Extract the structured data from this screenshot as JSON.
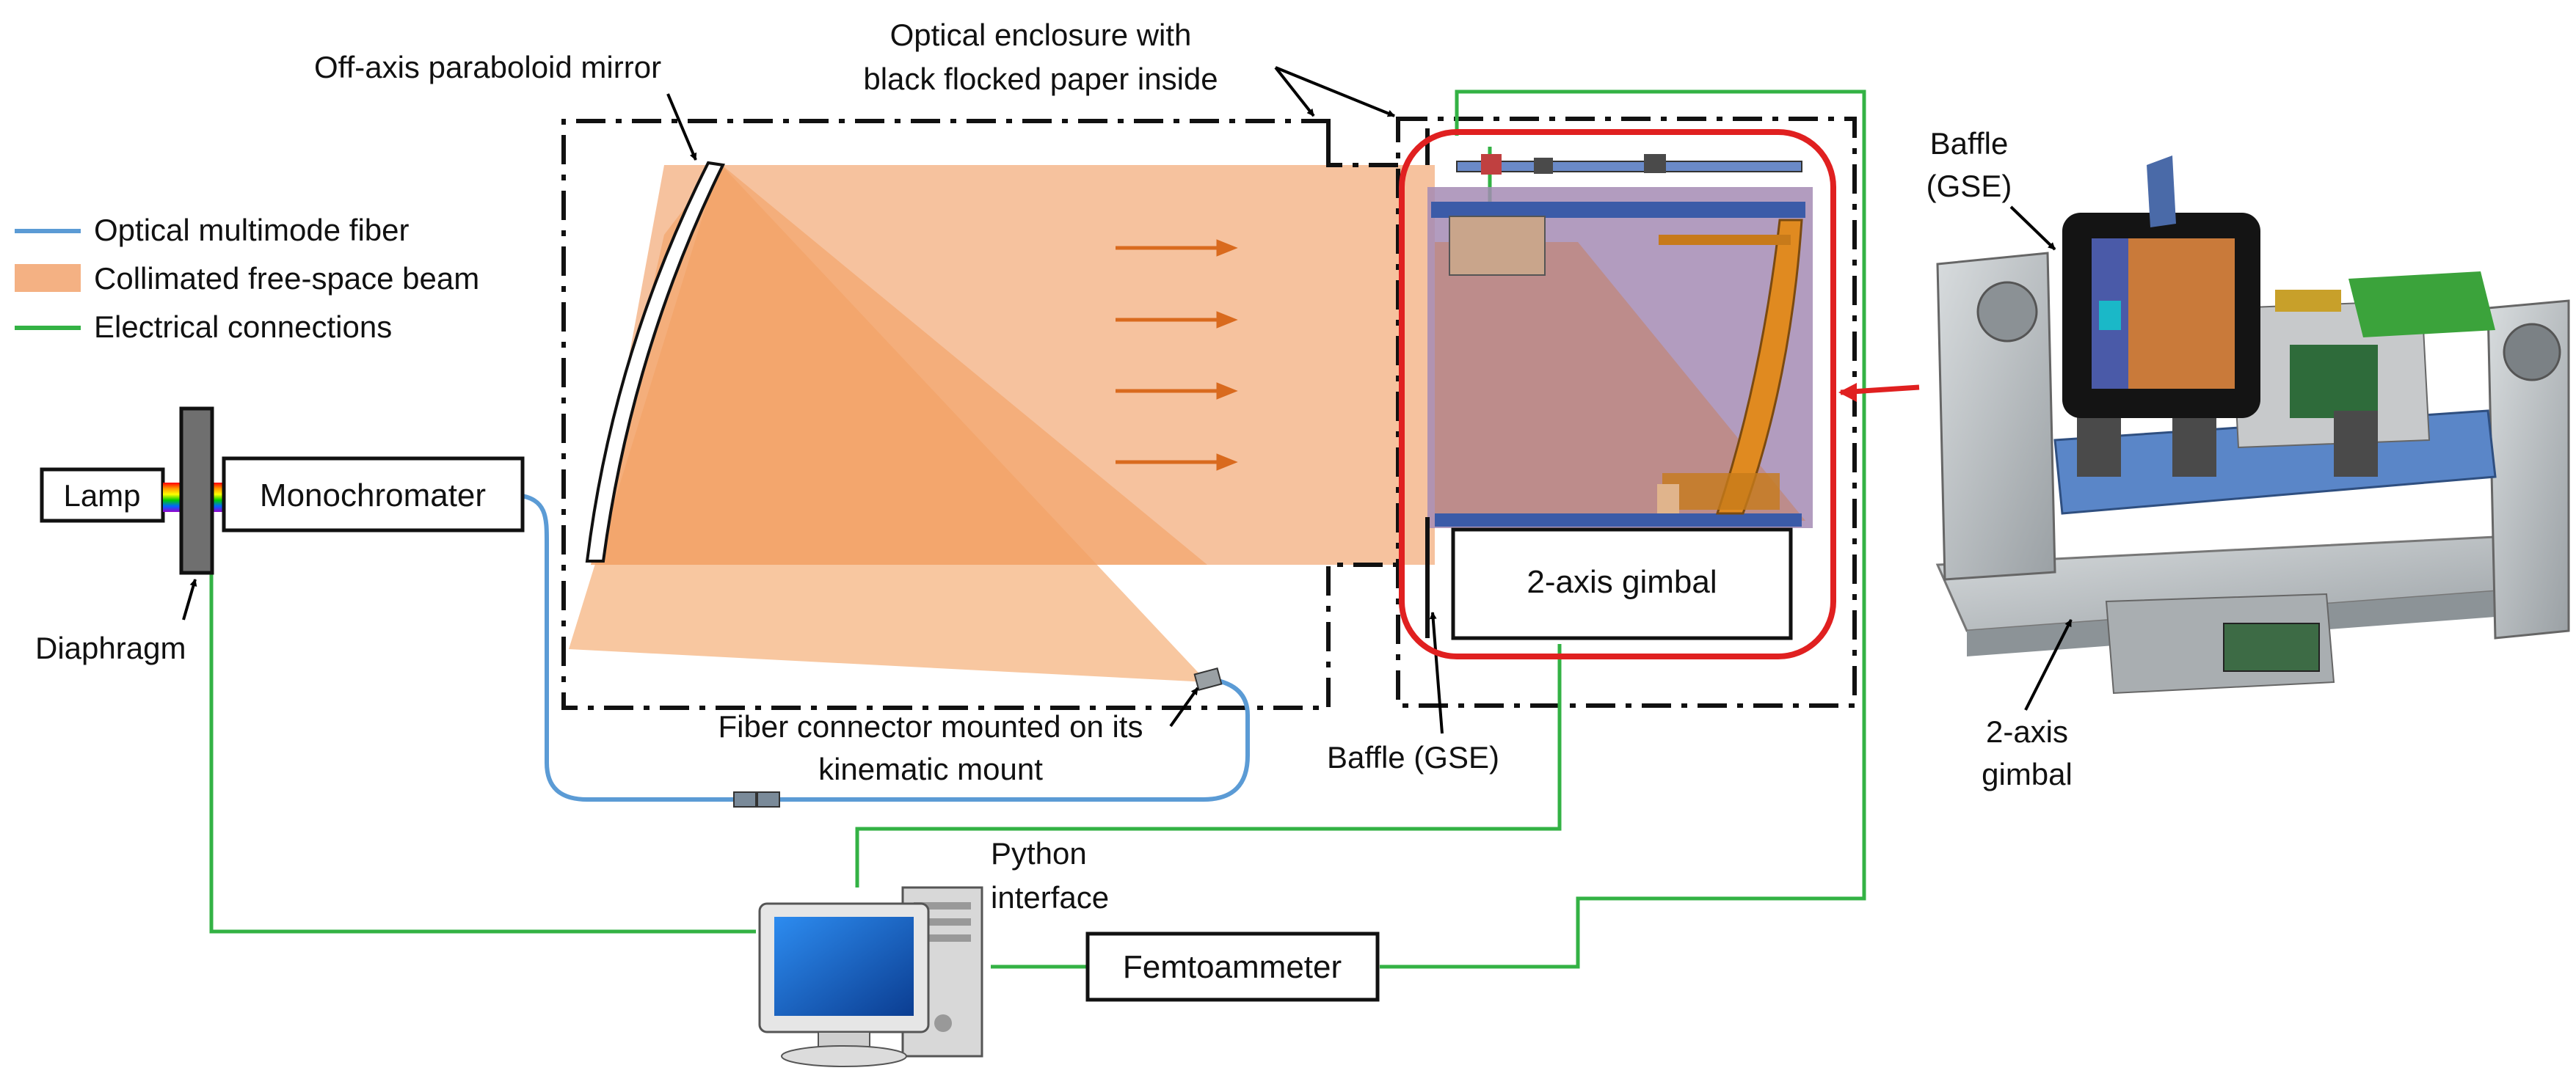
{
  "labels": {
    "mirror": "Off-axis paraboloid mirror",
    "enclosure_line1": "Optical enclosure with",
    "enclosure_line2": "black flocked paper inside",
    "baffle_right_line1": "Baffle",
    "baffle_right_line2": "(GSE)",
    "baffle_bottom": "Baffle (GSE)",
    "gimbal_box": "2-axis gimbal",
    "gimbal_right_line1": "2-axis",
    "gimbal_right_line2": "gimbal",
    "lamp": "Lamp",
    "monochromater": "Monochromater",
    "diaphragm": "Diaphragm",
    "fiber_connector_line1": "Fiber connector mounted on its",
    "fiber_connector_line2": "kinematic mount",
    "python_line1": "Python",
    "python_line2": "interface",
    "femtoammeter": "Femtoammeter"
  },
  "legend": {
    "fiber": "Optical multimode fiber",
    "beam": "Collimated free-space beam",
    "electrical": "Electrical connections"
  },
  "colors": {
    "fiber": "#5b9bd5",
    "beam": "#f4b183",
    "electrical": "#33b244",
    "highlight": "#e02020",
    "arrow": "#d96a1e"
  }
}
